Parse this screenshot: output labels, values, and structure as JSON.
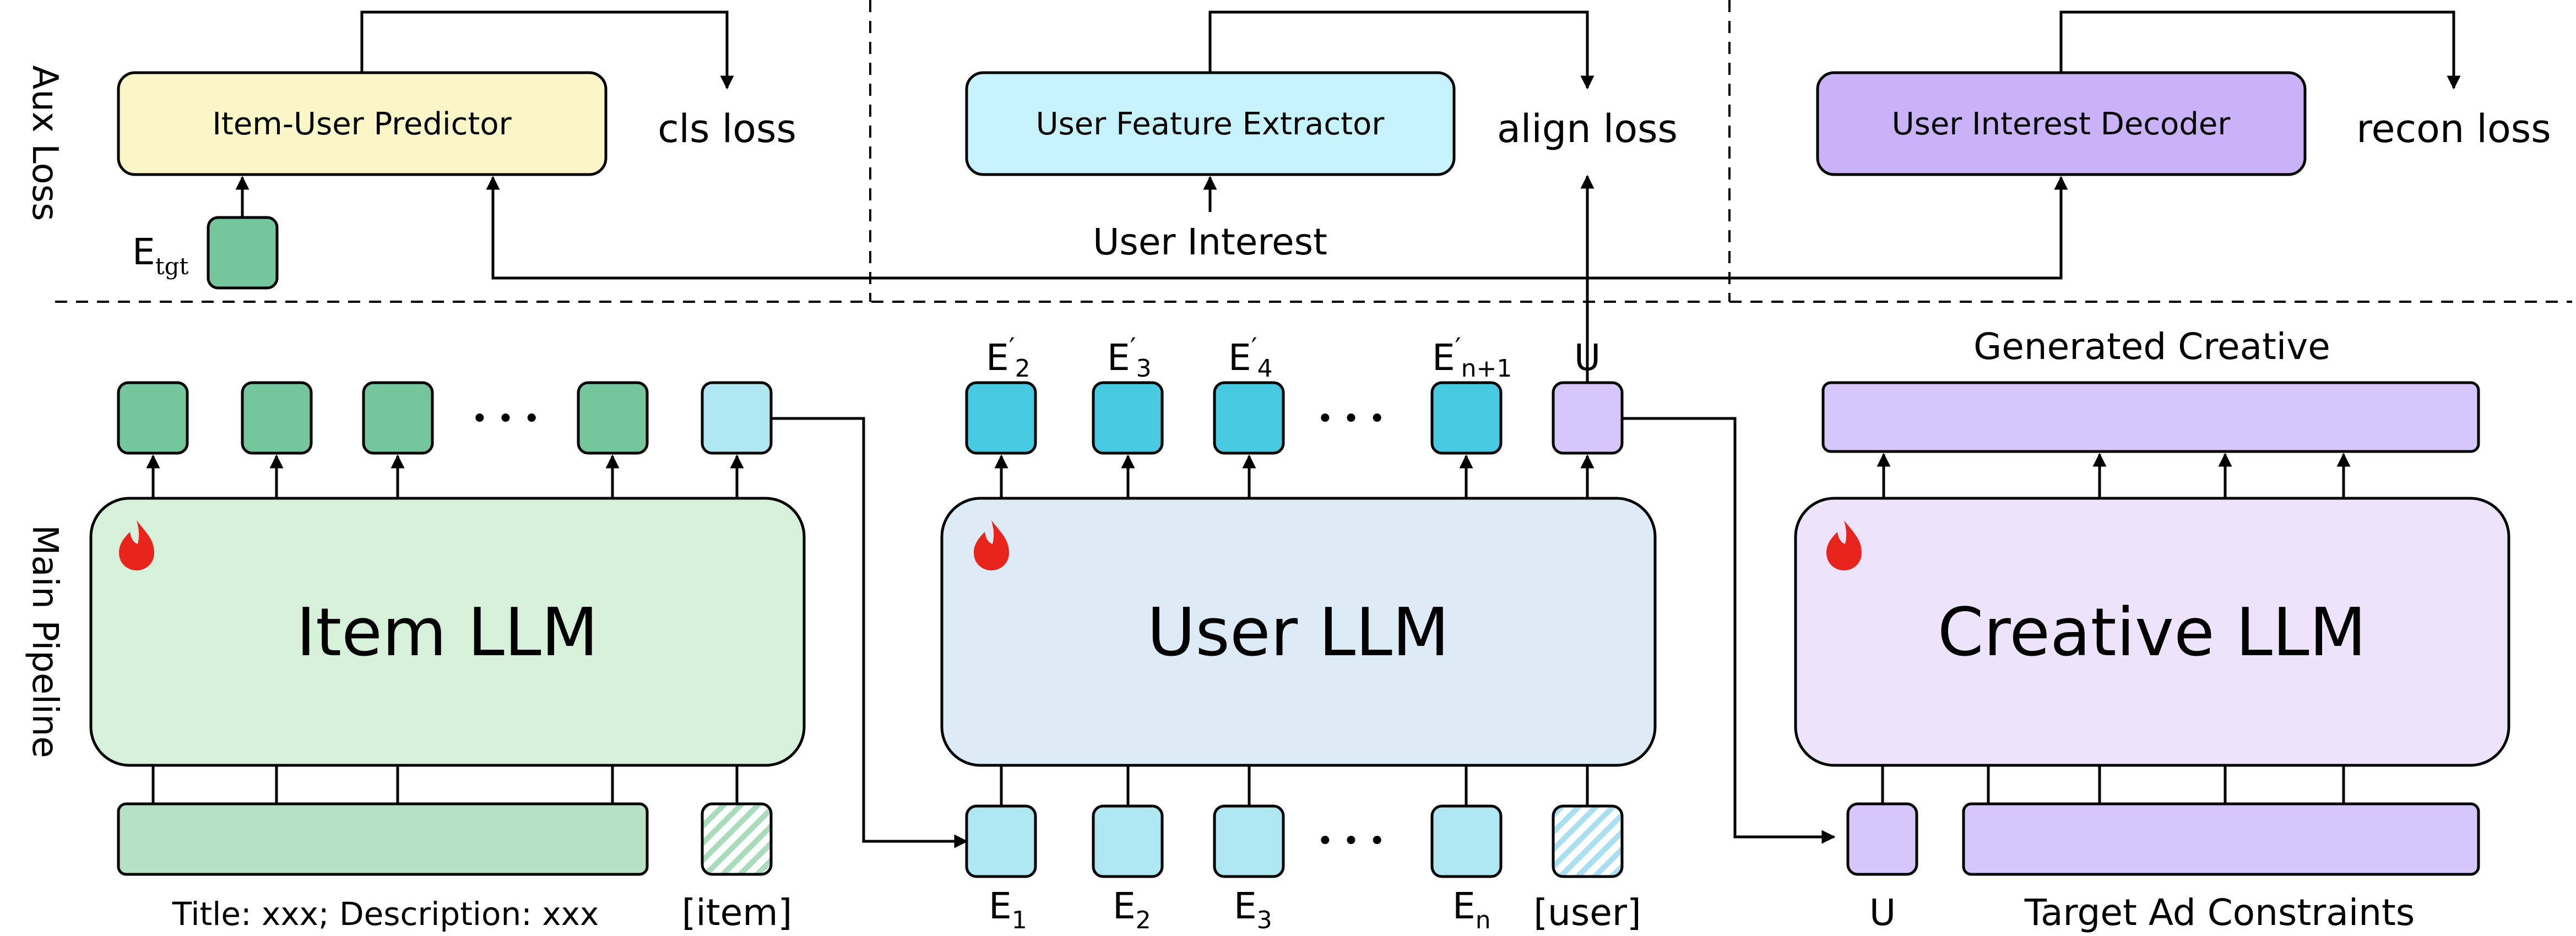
{
  "aux": {
    "section_label": "Aux Loss",
    "predictor": {
      "label": "Item-User Predictor",
      "loss": "cls loss",
      "input_main": "E",
      "input_sub": "tgt"
    },
    "extractor": {
      "label": "User Feature Extractor",
      "loss": "align loss",
      "input": "User Interest"
    },
    "decoder": {
      "label": "User Interest Decoder",
      "loss": "recon loss"
    }
  },
  "main": {
    "section_label": "Main Pipeline",
    "item_llm": {
      "label": "Item LLM",
      "input_text": "Title: xxx; Description: xxx",
      "input_token": "[item]",
      "ellipsis": "• • •"
    },
    "user_llm": {
      "label": "User LLM",
      "outputs": [
        {
          "main": "E",
          "sub": "2",
          "sup": "′"
        },
        {
          "main": "E",
          "sub": "3",
          "sup": "′"
        },
        {
          "main": "E",
          "sub": "4",
          "sup": "′"
        },
        {
          "main": "E",
          "sub": "n+1",
          "sup": "′"
        }
      ],
      "output_u": "U",
      "inputs": [
        {
          "main": "E",
          "sub": "1"
        },
        {
          "main": "E",
          "sub": "2"
        },
        {
          "main": "E",
          "sub": "3"
        },
        {
          "main": "E",
          "sub": "n"
        }
      ],
      "input_token": "[user]",
      "ellipsis": "• • •"
    },
    "creative_llm": {
      "label": "Creative LLM",
      "output_label": "Generated Creative",
      "input_u": "U",
      "constraints": "Target Ad Constraints"
    }
  },
  "colors": {
    "green_box": "#d6f0d9",
    "green_token": "#74c69d",
    "blue_box": "#dcebf5",
    "cyan_token": "#48c9e2",
    "lightblue_token": "#aee6f2",
    "purple_box": "#ede4fb",
    "purple_token": "#d7c6fb",
    "predictor_fill": "#faf6c8",
    "extractor_fill": "#c6f3fb",
    "decoder_fill": "#c9b2f7",
    "flame": "#e8241c"
  }
}
